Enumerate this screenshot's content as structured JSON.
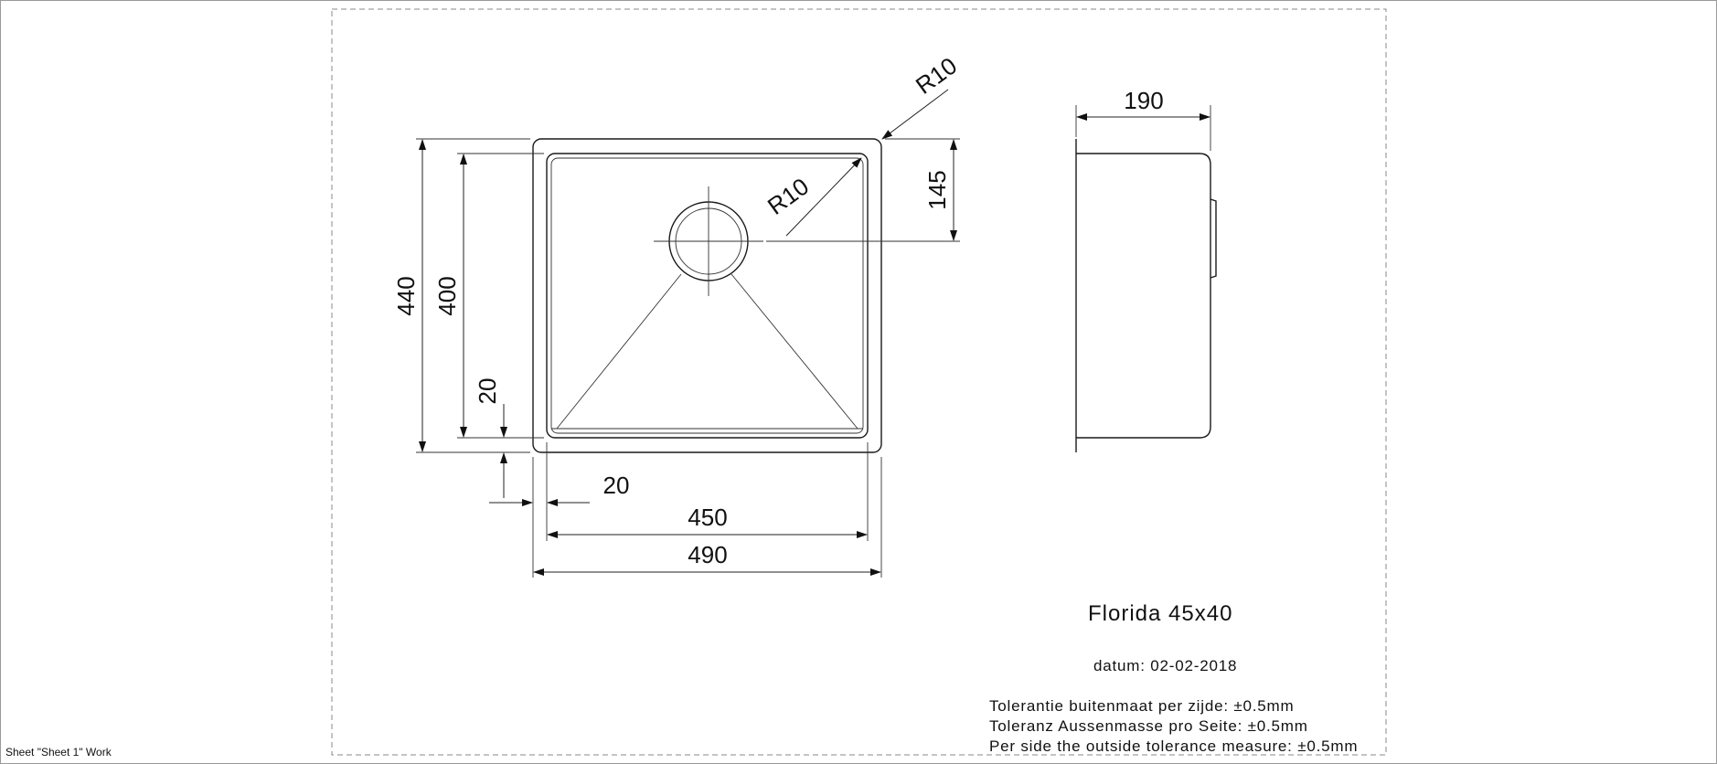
{
  "drawing": {
    "title": "Florida 45x40",
    "datum": "datum: 02-02-2018",
    "tolerances": [
      "Tolerantie buitenmaat per zijde: ±0.5mm",
      "Toleranz Aussenmasse pro Seite: ±0.5mm",
      "Per side the outside tolerance measure: ±0.5mm"
    ],
    "dimensions": {
      "outer_width": "490",
      "inner_width": "450",
      "rim_width": "20",
      "outer_height": "440",
      "inner_height": "400",
      "rim_height": "20",
      "drain_offset": "145",
      "depth": "190",
      "corner_radius_outer": "R10",
      "corner_radius_inner": "R10"
    }
  },
  "status": {
    "sheet_label": "Sheet \"Sheet 1\" Work"
  }
}
